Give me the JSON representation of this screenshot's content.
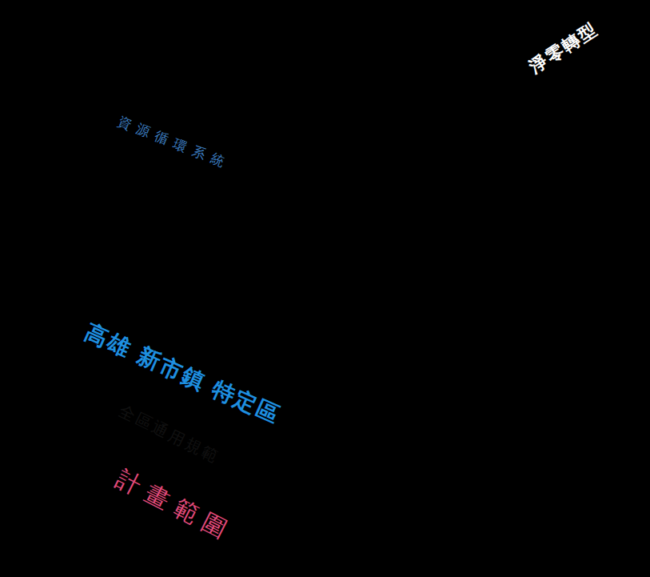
{
  "diagram": {
    "nodes": [
      {
        "text": [
          "淨零轉型"
        ]
      },
      {
        "text": [
          "資源循環系統"
        ]
      },
      {
        "text": [
          "高雄 新市鎮 特定區"
        ]
      },
      {
        "text": [
          "全區通用規範"
        ]
      },
      {
        "text": [
          "計畫範圍"
        ]
      }
    ],
    "edges": [
      {
        "from": 1,
        "to": 2,
        "arrow": "to"
      },
      {
        "from": 3,
        "to": 2,
        "arrow": "to"
      }
    ]
  }
}
